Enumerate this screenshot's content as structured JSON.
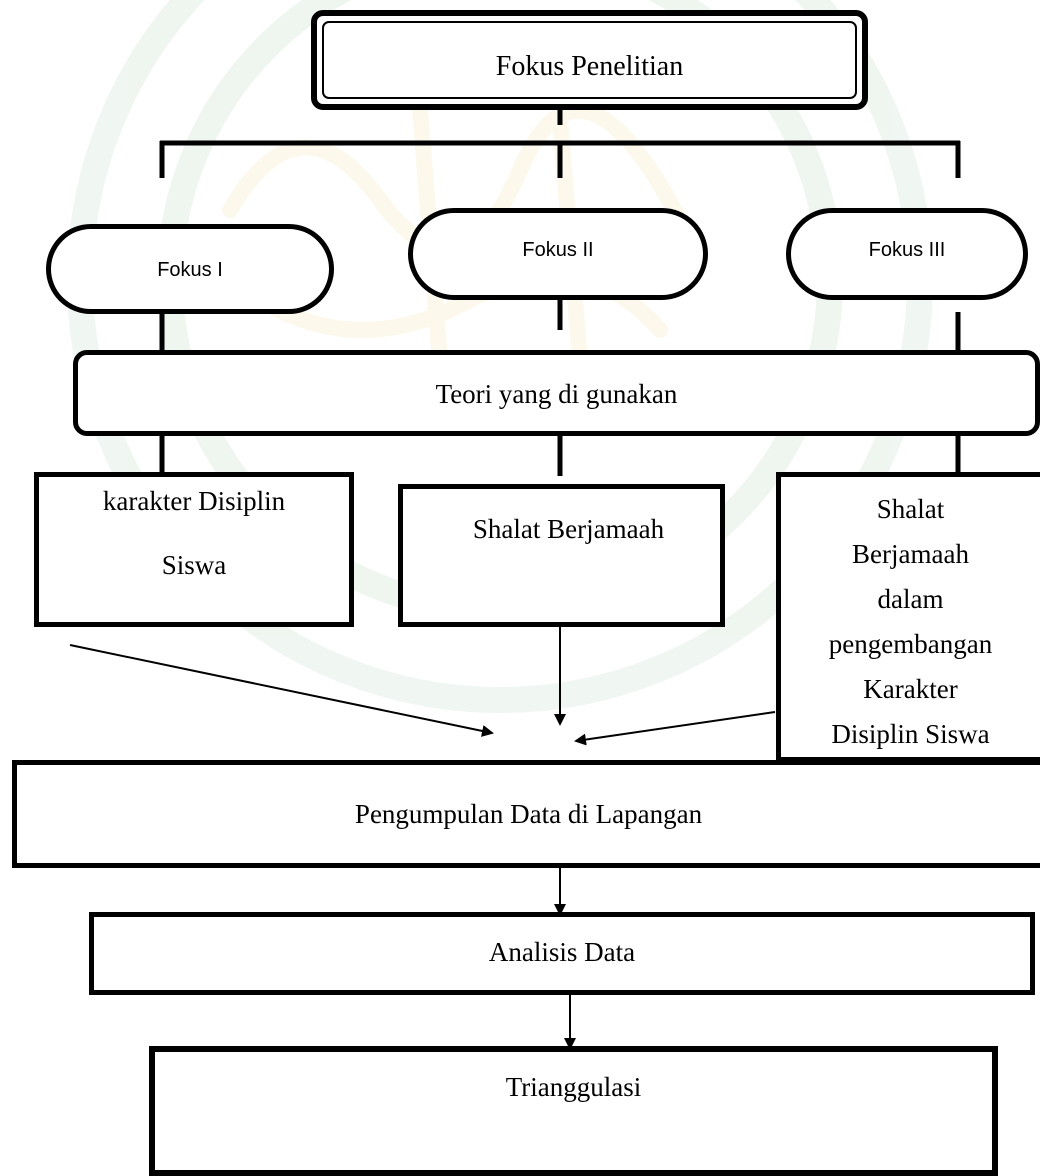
{
  "diagram": {
    "title": "Fokus Penelitian",
    "focuses": [
      "Fokus I",
      "Fokus II",
      "Fokus III"
    ],
    "theory": "Teori yang di gunakan",
    "topics": [
      "karakter Disiplin\n\nSiswa",
      "Shalat Berjamaah",
      "Shalat\nBerjamaah\ndalam\npengembangan\nKarakter\nDisiplin Siswa"
    ],
    "steps": [
      "Pengumpulan Data di Lapangan",
      "Analisis Data",
      "Trianggulasi"
    ]
  },
  "colors": {
    "line": "#000000",
    "watermark": "#2e7d32",
    "watermark_accent": "#e8c547"
  }
}
